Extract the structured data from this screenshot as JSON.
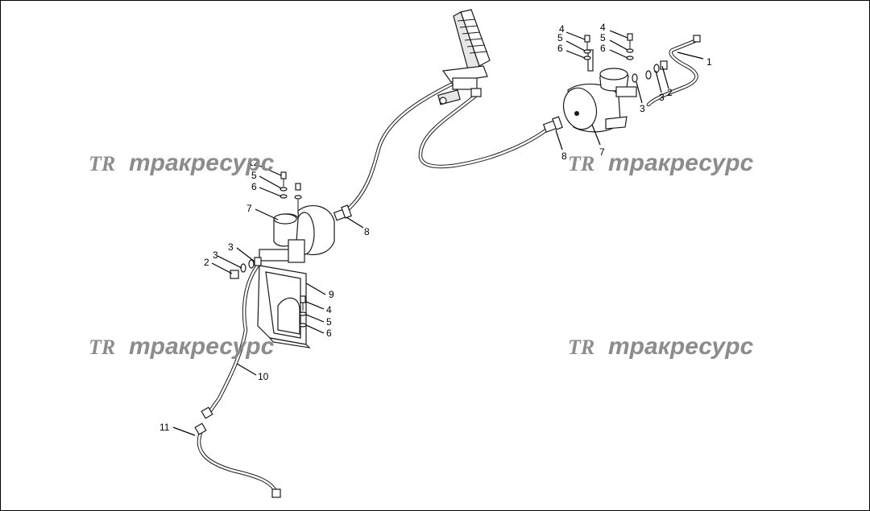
{
  "watermark": {
    "logo": "TR",
    "text": "тракресурс"
  },
  "callouts": {
    "c1": "1",
    "c2a": "2",
    "c3a": "3",
    "c3b": "3",
    "c4a": "4",
    "c5a": "5",
    "c6a": "6",
    "c4b": "4",
    "c5b": "5",
    "c6b": "6",
    "c7a": "7",
    "c8a": "8",
    "c12": "12",
    "c5c": "5",
    "c6c": "6",
    "c7b": "7",
    "c8b": "8",
    "c3c": "3",
    "c3d": "3",
    "c2b": "2",
    "c9": "9",
    "c4c": "4",
    "c5d": "5",
    "c6d": "6",
    "c10": "10",
    "c11": "11"
  }
}
